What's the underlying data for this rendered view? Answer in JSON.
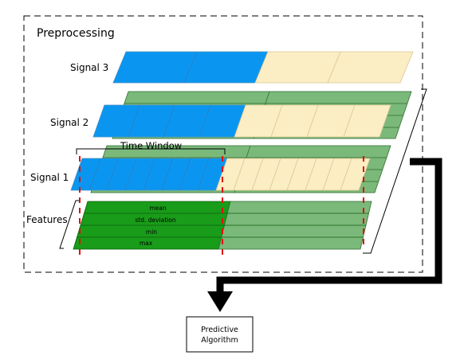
{
  "section": {
    "title": "Preprocessing"
  },
  "signals": {
    "signal3": "Signal 3",
    "signal2": "Signal 2",
    "signal1": "Signal 1"
  },
  "features": {
    "label": "Features",
    "rows": [
      "mean",
      "std. deviation",
      "min",
      "max"
    ]
  },
  "time_window": {
    "label": "Time Window"
  },
  "output": {
    "line1": "Predictive",
    "line2": "Algorithm"
  },
  "colors": {
    "blue": "#0a96f0",
    "cream": "#fbedc4",
    "green_light": "#7bb97b",
    "green_dark": "#199c19",
    "dashed_red": "#e01010"
  }
}
